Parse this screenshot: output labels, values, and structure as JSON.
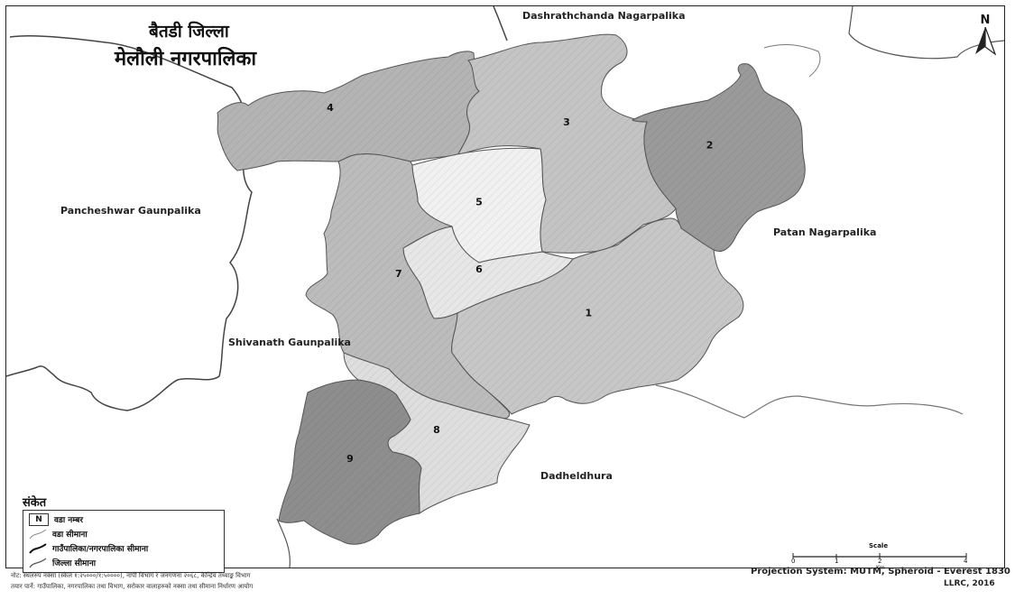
{
  "title": {
    "district": "बैतडी जिल्ला",
    "municipality": "मेलौली नगरपालिका"
  },
  "places": {
    "north": "Dashrathchanda Nagarpalika",
    "west": "Pancheshwar Gaunpalika",
    "east": "Patan Nagarpalika",
    "southwest": "Shivanath Gaunpalika",
    "south": "Dadheldhura"
  },
  "wards": [
    {
      "number": "1",
      "shade": "#c7c7c7"
    },
    {
      "number": "2",
      "shade": "#9a9a9a"
    },
    {
      "number": "3",
      "shade": "#c4c4c4"
    },
    {
      "number": "4",
      "shade": "#b4b4b4"
    },
    {
      "number": "5",
      "shade": "#f1f1f1"
    },
    {
      "number": "6",
      "shade": "#e7e7e7"
    },
    {
      "number": "7",
      "shade": "#bcbcbc"
    },
    {
      "number": "8",
      "shade": "#dedede"
    },
    {
      "number": "9",
      "shade": "#8e8e8e"
    }
  ],
  "legend": {
    "title": "संकेत",
    "items": [
      {
        "symbol": "N",
        "label": "वडा नम्बर"
      },
      {
        "symbol": "",
        "label": "वडा सीमाना"
      },
      {
        "symbol": "",
        "label": "गाउँपालिका/नगरपालिका सीमाना"
      },
      {
        "symbol": "",
        "label": "जिल्ला सीमाना"
      }
    ]
  },
  "north_arrow": {
    "label": "N"
  },
  "scale": {
    "title": "Scale",
    "unit": "Km",
    "ticks": [
      "0",
      "1",
      "2",
      "4"
    ]
  },
  "projection": "Projection System: MUTM, Spheroid - Everest 1830",
  "credit": "LLRC, 2016",
  "footnote": {
    "line1": "नोट: स्थलरुप नक्सा (स्केल १:२५०००/१:५००००), नापी विभाग र जनगणना २०६८, केन्द्रिय तथ्याङ्क विभाग",
    "line2": "तयार पार्ने: गाउँपालिका, नगरपालिका तथा विभाग, सरोकार वालाहरुको नक्सा तथा सीमाना निर्धारण आयोग"
  },
  "colors": {
    "border": "#333333",
    "line": "#555555",
    "paper": "#ffffff"
  }
}
